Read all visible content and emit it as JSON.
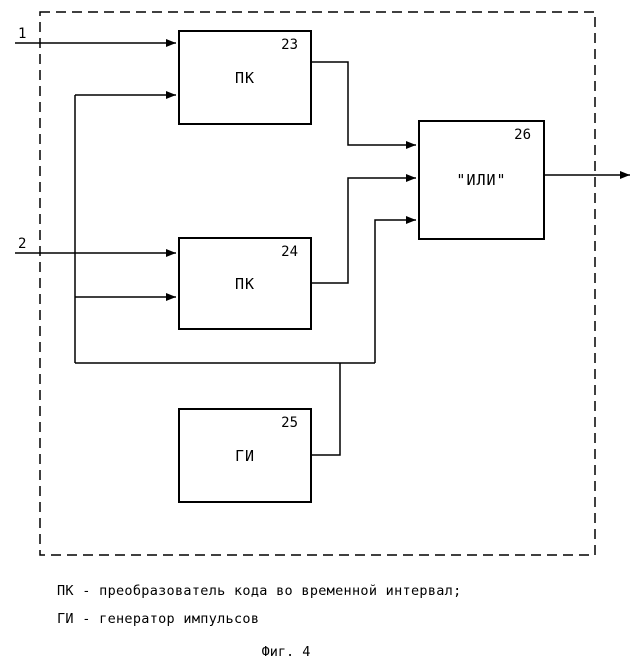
{
  "diagram": {
    "inputs": [
      {
        "label": "1"
      },
      {
        "label": "2"
      }
    ],
    "blocks": [
      {
        "label": "ПК",
        "number": "23"
      },
      {
        "label": "ПК",
        "number": "24"
      },
      {
        "label": "ГИ",
        "number": "25"
      },
      {
        "label": "\"ИЛИ\"",
        "number": "26"
      }
    ],
    "line_color": "#000000"
  },
  "legend": {
    "line1": "ПК - преобразователь кода во временной интервал;",
    "line2": "ГИ - генератор импульсов"
  },
  "caption": "Фиг. 4"
}
